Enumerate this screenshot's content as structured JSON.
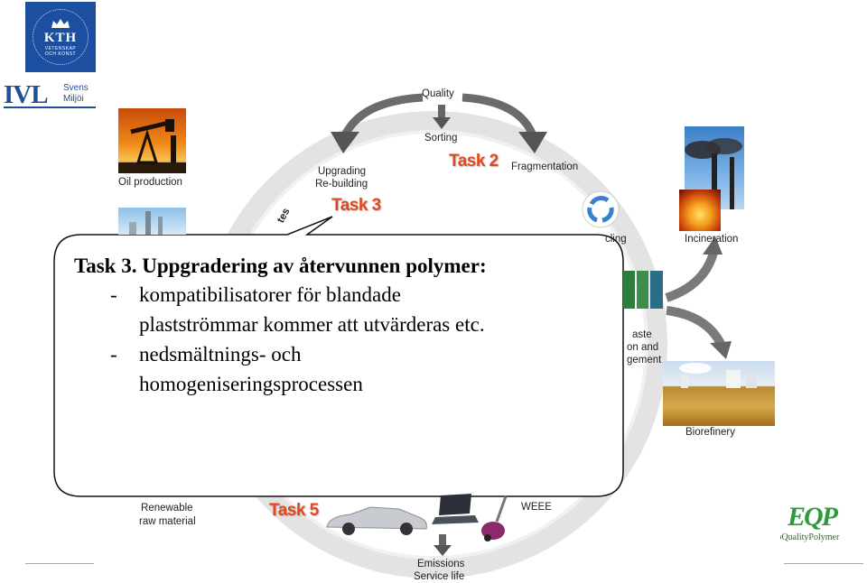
{
  "logos": {
    "kth": {
      "name": "KTH",
      "sub": [
        "VETENSKAP",
        "OCH KONST"
      ],
      "color": "#1c4fa0"
    },
    "ivl": {
      "mark": "IVL",
      "text": [
        "Svens",
        "Miljöi"
      ],
      "color": "#1f4f96"
    },
    "eqp": {
      "mark": "EQP",
      "text": "coQualityPolymer",
      "color": "#2e9a3a"
    }
  },
  "diagram": {
    "labels": {
      "quality": "Quality",
      "sorting": "Sorting",
      "fragmentation": "Fragmentation",
      "upgrading": "Upgrading",
      "rebuilding": "Re-building",
      "recycling": "cling",
      "incineration": "Incineration",
      "oil_production": "Oil production",
      "waste_1": "aste",
      "waste_2": "on and",
      "waste_3": "gement",
      "biorefinery": "Biorefinery",
      "renewable_1": "Renewable",
      "renewable_2": "raw material",
      "weee": "WEEE",
      "emissions": "Emissions",
      "service_life": "Service life",
      "partial": "tes"
    },
    "tasks": {
      "task2": "Task 2",
      "task3": "Task 3",
      "task5": "Task 5"
    },
    "colors": {
      "task": "#e24a1d",
      "arrow": "#555555",
      "ring": "#dcdcdc"
    }
  },
  "callout": {
    "title": "Task 3. Uppgradering av återvunnen polymer:",
    "items": [
      {
        "dash": "-",
        "lines": [
          "kompatibilisatorer för blandade",
          "plastströmmar kommer att utvärderas etc."
        ]
      },
      {
        "dash": "-",
        "lines": [
          "nedsmältnings- och",
          "homogeniseringsprocessen"
        ]
      }
    ]
  }
}
